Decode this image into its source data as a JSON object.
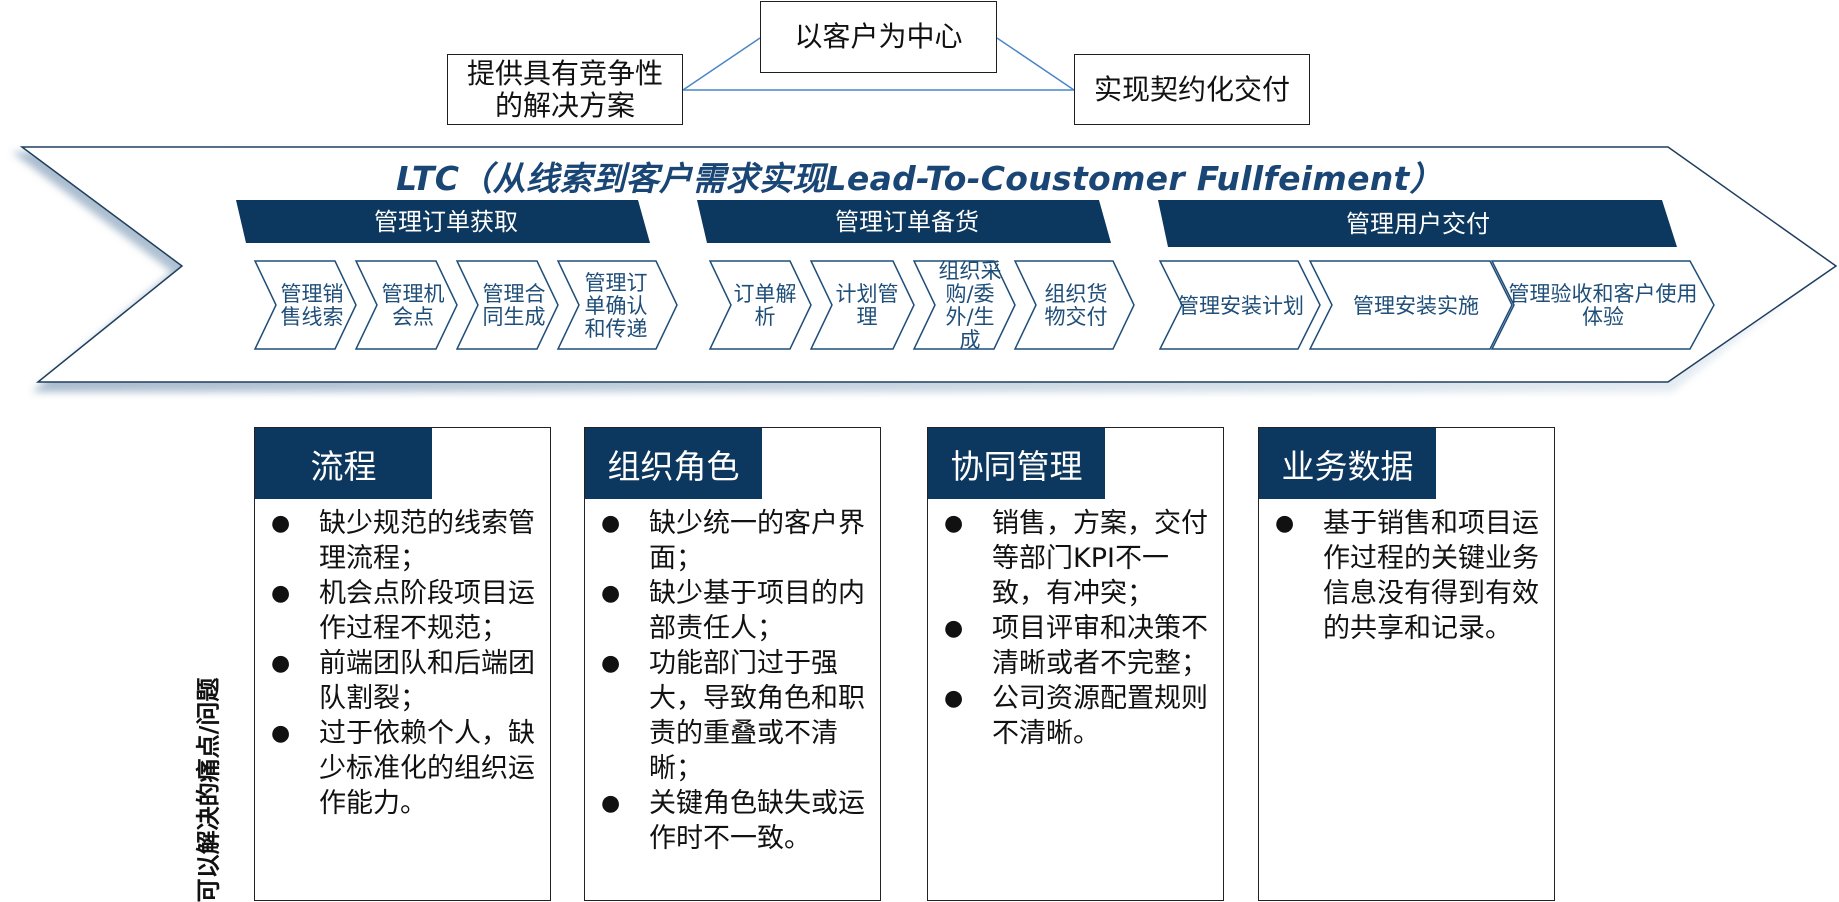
{
  "top": {
    "center": "以客户为中心",
    "left": "提供具有竞争性的解决方案",
    "right": "实现契约化交付"
  },
  "ltc": {
    "title": "LTC（从线索到客户需求实现Lead-To-Coustomer  Fullfeiment）",
    "stages": [
      {
        "label": "管理订单获取",
        "steps": [
          "管理销售线索",
          "管理机会点",
          "管理合同生成",
          "管理订单确认和传递"
        ]
      },
      {
        "label": "管理订单备货",
        "steps": [
          "订单解析",
          "计划管理",
          "组织采购/委外/生成",
          "组织货物交付"
        ]
      },
      {
        "label": "管理用户交付",
        "steps": [
          "管理安装计划",
          "管理安装实施",
          "管理验收和客户使用体验"
        ]
      }
    ]
  },
  "side_label": "可以解决的痛点/问题",
  "cards": [
    {
      "title": "流程",
      "items": [
        "缺少规范的线索管理流程；",
        "机会点阶段项目运作过程不规范；",
        "前端团队和后端团队割裂；",
        "过于依赖个人，缺少标准化的组织运作能力。"
      ]
    },
    {
      "title": "组织角色",
      "items": [
        "缺少统一的客户界面；",
        "缺少基于项目的内部责任人；",
        "功能部门过于强大，导致角色和职责的重叠或不清晰；",
        "关键角色缺失或运作时不一致。"
      ]
    },
    {
      "title": "协同管理",
      "items": [
        "销售，方案，交付等部门KPI不一致，有冲突；",
        "项目评审和决策不清晰或者不完整；",
        "公司资源配置规则不清晰。"
      ]
    },
    {
      "title": "业务数据",
      "items": [
        "基于销售和项目运作过程的关键业务信息没有得到有效的共享和记录。"
      ]
    }
  ],
  "colors": {
    "navy": "#0c375e",
    "step_text": "#1f4e79",
    "title_text": "#1a4675",
    "arrow_fill": "#ffffff",
    "arrow_stroke": "#1f3e5e"
  }
}
